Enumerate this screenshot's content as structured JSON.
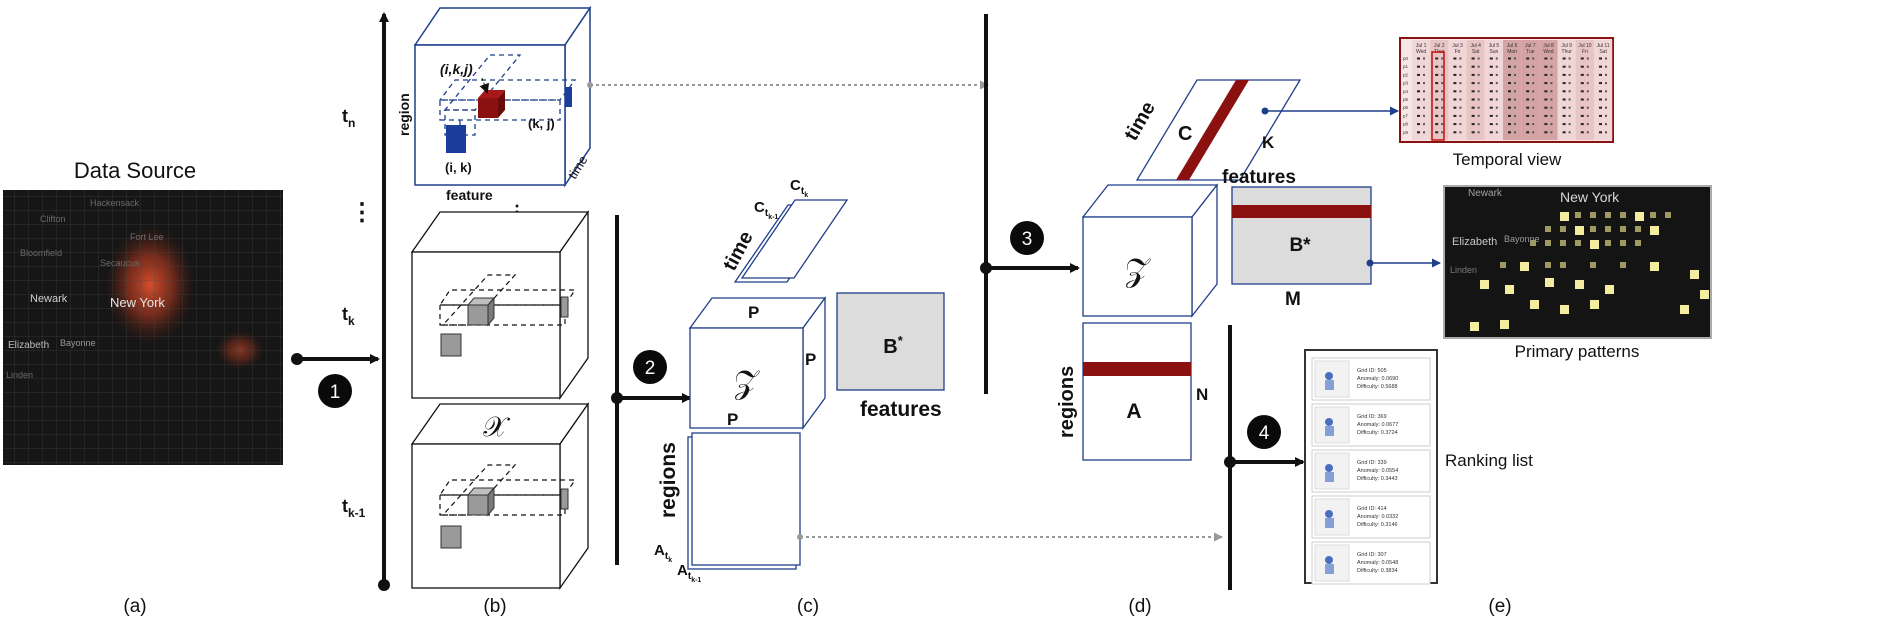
{
  "source": {
    "title": "Data Source",
    "map_labels": [
      "Hackensack",
      "Clifton",
      "Fort Lee",
      "Bloomfield",
      "Secaucus",
      "Newark",
      "New York",
      "Elizabeth",
      "Bayonne",
      "Linden"
    ]
  },
  "steps": [
    "1",
    "2",
    "3",
    "4"
  ],
  "panels": [
    "(a)",
    "(b)",
    "(c)",
    "(d)",
    "(e)"
  ],
  "panel_b": {
    "time_labels": {
      "tn": "t",
      "tn_sub": "n",
      "dots": "⋮",
      "tk": "t",
      "tk_sub": "k",
      "tk1": "t",
      "tk1_sub": "k-1"
    },
    "cube_axis_region": "region",
    "cube_axis_feature": "feature",
    "cube_axis_time": "time",
    "cell_ikj": "(i,k,j)",
    "cell_ik": "(i, k)",
    "cell_kj": "(k, j)",
    "tensor_x": "𝒳"
  },
  "panel_c": {
    "time": "time",
    "c_prev": "C",
    "c_prev_sub": "t",
    "c_prev_subsub": "k-1",
    "c_cur": "C",
    "c_cur_sub": "t",
    "c_cur_subsub": "k",
    "core": "𝒵",
    "p": "P",
    "b_star": "B",
    "b_star_sup": "*",
    "features": "features",
    "regions": "regions",
    "a_cur": "A",
    "a_cur_sub": "t",
    "a_cur_subsub": "k",
    "a_prev": "A",
    "a_prev_sub": "t",
    "a_prev_subsub": "k-1"
  },
  "panel_d": {
    "time": "time",
    "c": "C",
    "k": "K",
    "features": "features",
    "b_star": "B*",
    "m": "M",
    "core": "𝒵",
    "regions": "regions",
    "a": "A",
    "n": "N"
  },
  "panel_e": {
    "temporal_view": "Temporal view",
    "primary_patterns": "Primary patterns",
    "ranking_list": "Ranking list",
    "pattern_map_labels": [
      "Newark",
      "New York",
      "Elizabeth",
      "Bayonne",
      "Linden"
    ],
    "temporal_columns": [
      {
        "date": "Jul 1",
        "day": "Wed"
      },
      {
        "date": "Jul 2",
        "day": "Thur"
      },
      {
        "date": "Jul 3",
        "day": "Fri"
      },
      {
        "date": "Jul 4",
        "day": "Sat"
      },
      {
        "date": "Jul 5",
        "day": "Sun"
      },
      {
        "date": "Jul 6",
        "day": "Mon"
      },
      {
        "date": "Jul 7",
        "day": "Tue"
      },
      {
        "date": "Jul 8",
        "day": "Wed"
      },
      {
        "date": "Jul 9",
        "day": "Thur"
      },
      {
        "date": "Jul 10",
        "day": "Fri"
      },
      {
        "date": "Jul 11",
        "day": "Sat"
      }
    ],
    "temporal_rows": [
      "p0",
      "p1",
      "p2",
      "p3",
      "p4",
      "p5",
      "p6",
      "p7",
      "p8",
      "p9"
    ],
    "ranking_items": [
      {
        "grid": "Grid ID: 505",
        "anomaly": "Anomaly: 0.0690",
        "difficulty": "Difficulty: 0.5688"
      },
      {
        "grid": "Grid ID: 369",
        "anomaly": "Anomaly: 0.0677",
        "difficulty": "Difficulty: 0.3724"
      },
      {
        "grid": "Grid ID: 339",
        "anomaly": "Anomaly: 0.0554",
        "difficulty": "Difficulty: 0.3443"
      },
      {
        "grid": "Grid ID: 414",
        "anomaly": "Anomaly: 0.0332",
        "difficulty": "Difficulty: 0.3146"
      },
      {
        "grid": "Grid ID: 307",
        "anomaly": "Anomaly: 0.0548",
        "difficulty": "Difficulty: 0.3834"
      }
    ]
  },
  "colors": {
    "navy": "#1f3f8a",
    "darkred": "#8b1010",
    "blue": "#1d3d9a",
    "gray": "#a8a8a8",
    "lightgray": "#dcdcdc",
    "yellow": "#f0e68c"
  }
}
